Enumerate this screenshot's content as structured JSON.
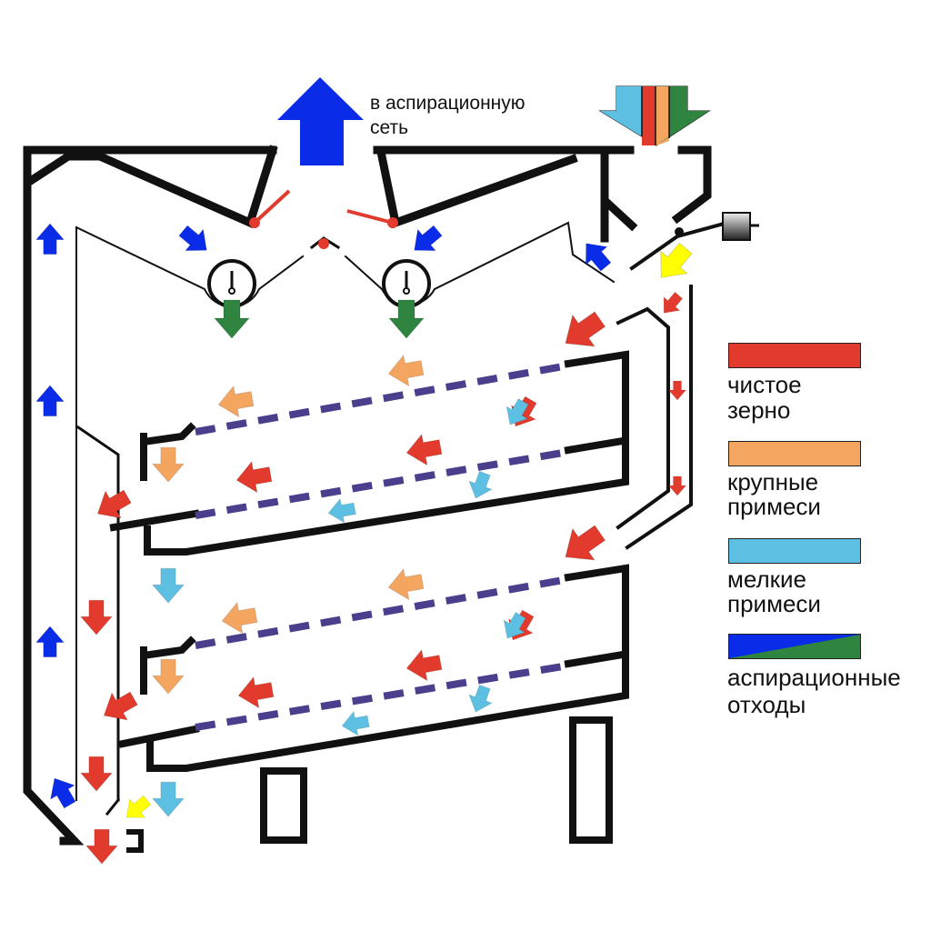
{
  "top_label": {
    "line1": "в аспирационную",
    "line2": "сеть"
  },
  "colors": {
    "clean_grain": "#e23a2c",
    "large_impurities": "#f4a661",
    "small_impurities": "#5dc0e2",
    "aspiration_blue": "#0a2be8",
    "aspiration_green": "#2f8440",
    "input_yellow": "#ffff00",
    "sieve": "#4a3f8c"
  },
  "legend": [
    {
      "line1": "чистое",
      "line2": "зерно",
      "color": "#e23a2c"
    },
    {
      "line1": "крупные",
      "line2": "примеси",
      "color": "#f4a661"
    },
    {
      "line1": "мелкие",
      "line2": "примеси",
      "color": "#5dc0e2"
    },
    {
      "line1": "аспирационные",
      "line2": "отходы",
      "color": "#0a2be8",
      "color2": "#2f8440"
    }
  ]
}
